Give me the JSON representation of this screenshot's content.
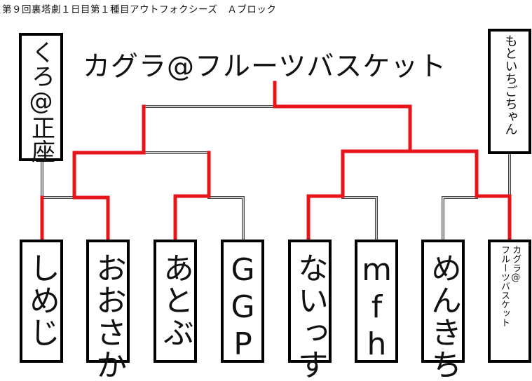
{
  "caption": "第９回裏塔劇１日目第１種目アウトフォクシーズ　Ａブロック",
  "title": "カグラ@フルーツバスケット",
  "seeds": {
    "left": "くろ@正座",
    "right": "もといちごちゃん"
  },
  "players": [
    {
      "name": "しめじ",
      "winner_round1": true
    },
    {
      "name": "おおさか",
      "winner_round1": false
    },
    {
      "name": "あとぶ",
      "winner_round1": true
    },
    {
      "name": "GGP",
      "winner_round1": false
    },
    {
      "name": "ないっす",
      "winner_round1": true
    },
    {
      "name": "mfh",
      "winner_round1": false
    },
    {
      "name": "めんきち",
      "winner_round1": false
    },
    {
      "name": "カグラ@\nフルーツバスケット",
      "winner_round1": true
    }
  ],
  "colors": {
    "win_line": "#e8141c",
    "box_border": "#000000",
    "line": "#555555"
  }
}
